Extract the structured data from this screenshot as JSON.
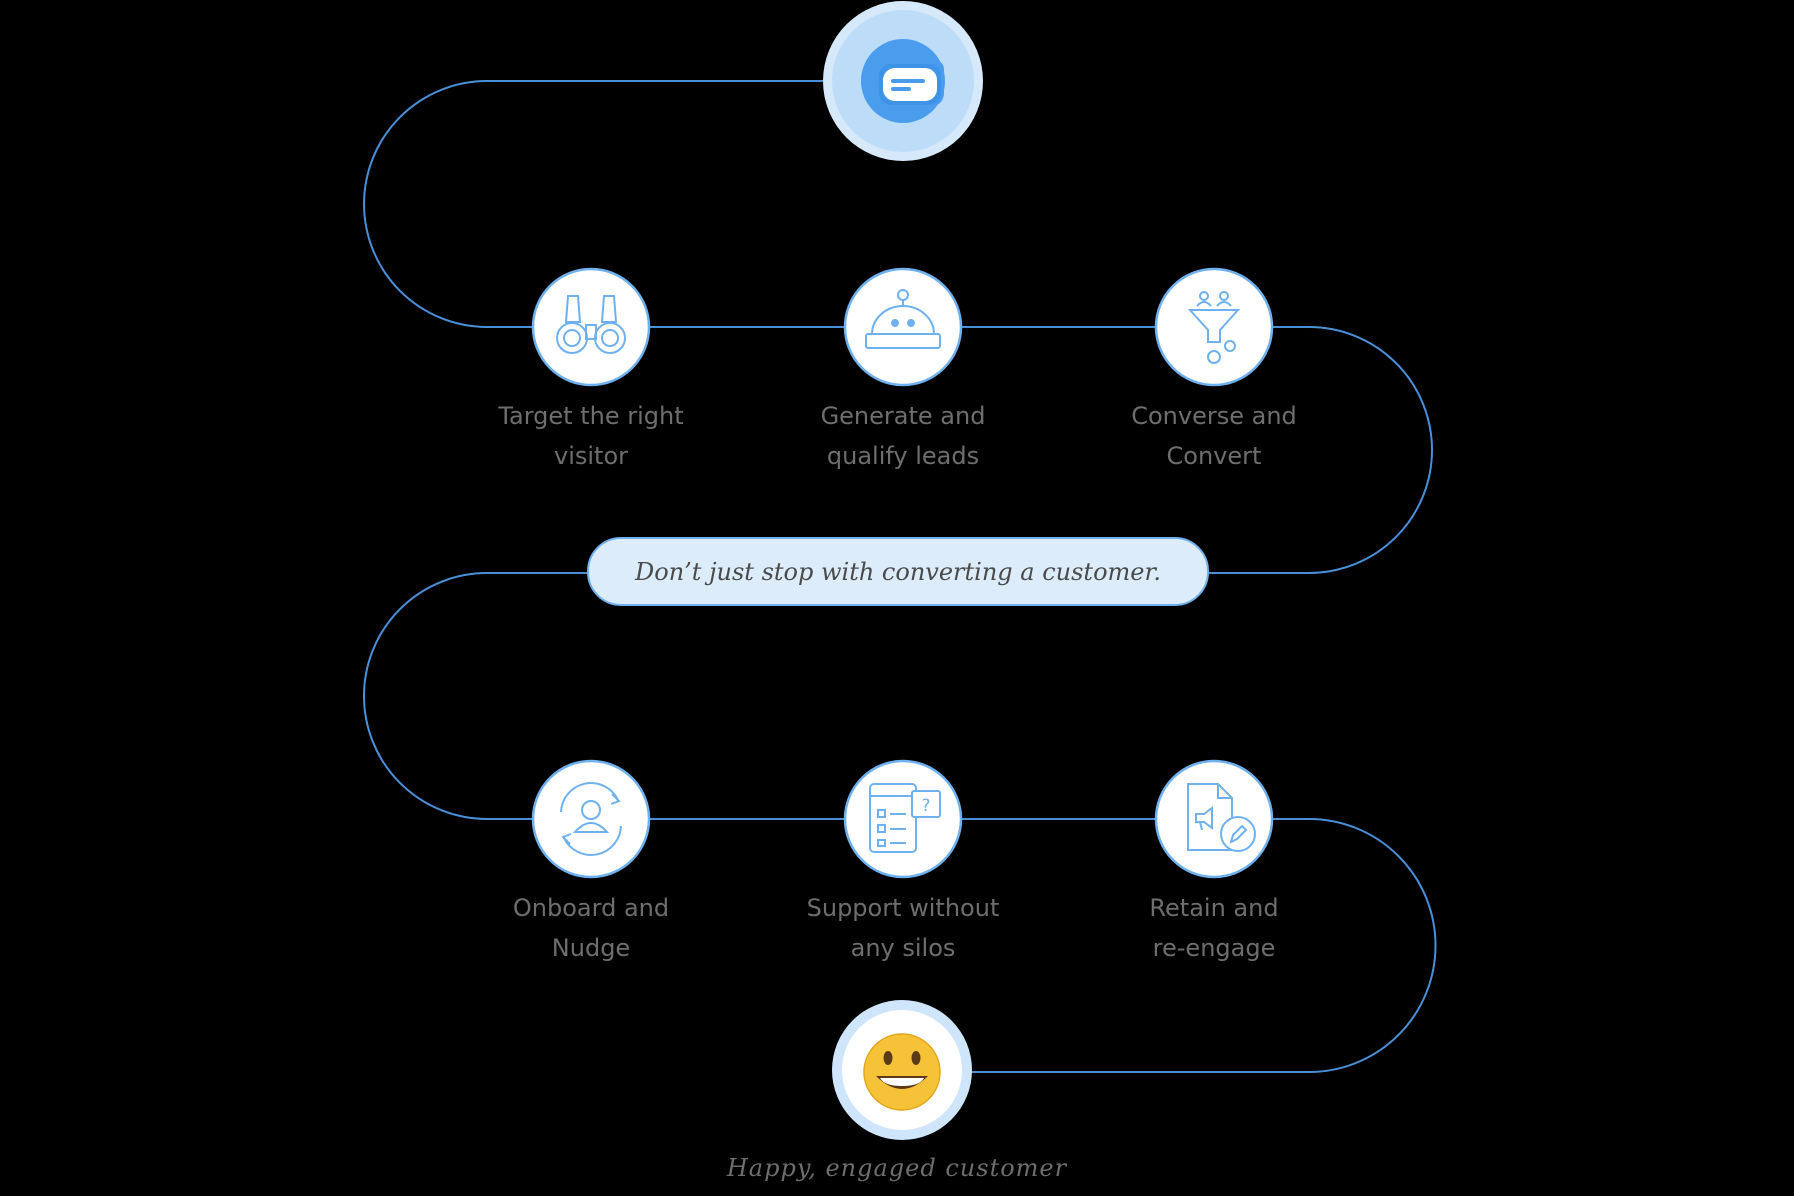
{
  "colors": {
    "background": "#000000",
    "line": "#4a90d9",
    "circle_border": "#6fb1ef",
    "accent_blue": "#4a9cec",
    "pill_bg": "#dcecfb",
    "label_text": "#6e6e6e"
  },
  "start": {
    "icon": "chat-bubble-icon"
  },
  "steps": [
    {
      "icon": "binoculars-icon",
      "label_line1": "Target the right",
      "label_line2": "visitor"
    },
    {
      "icon": "bot-icon",
      "label_line1": "Generate and",
      "label_line2": "qualify leads"
    },
    {
      "icon": "funnel-icon",
      "label_line1": "Converse and",
      "label_line2": "Convert"
    },
    {
      "icon": "onboard-user-icon",
      "label_line1": "Onboard and",
      "label_line2": "Nudge"
    },
    {
      "icon": "support-helpdesk-icon",
      "label_line1": "Support without",
      "label_line2": "any silos"
    },
    {
      "icon": "retain-document-icon",
      "label_line1": "Retain and",
      "label_line2": "re-engage"
    }
  ],
  "middle_note": "Don’t just stop with converting a customer.",
  "end": {
    "icon": "smiley-face-icon",
    "caption": "Happy, engaged customer"
  }
}
